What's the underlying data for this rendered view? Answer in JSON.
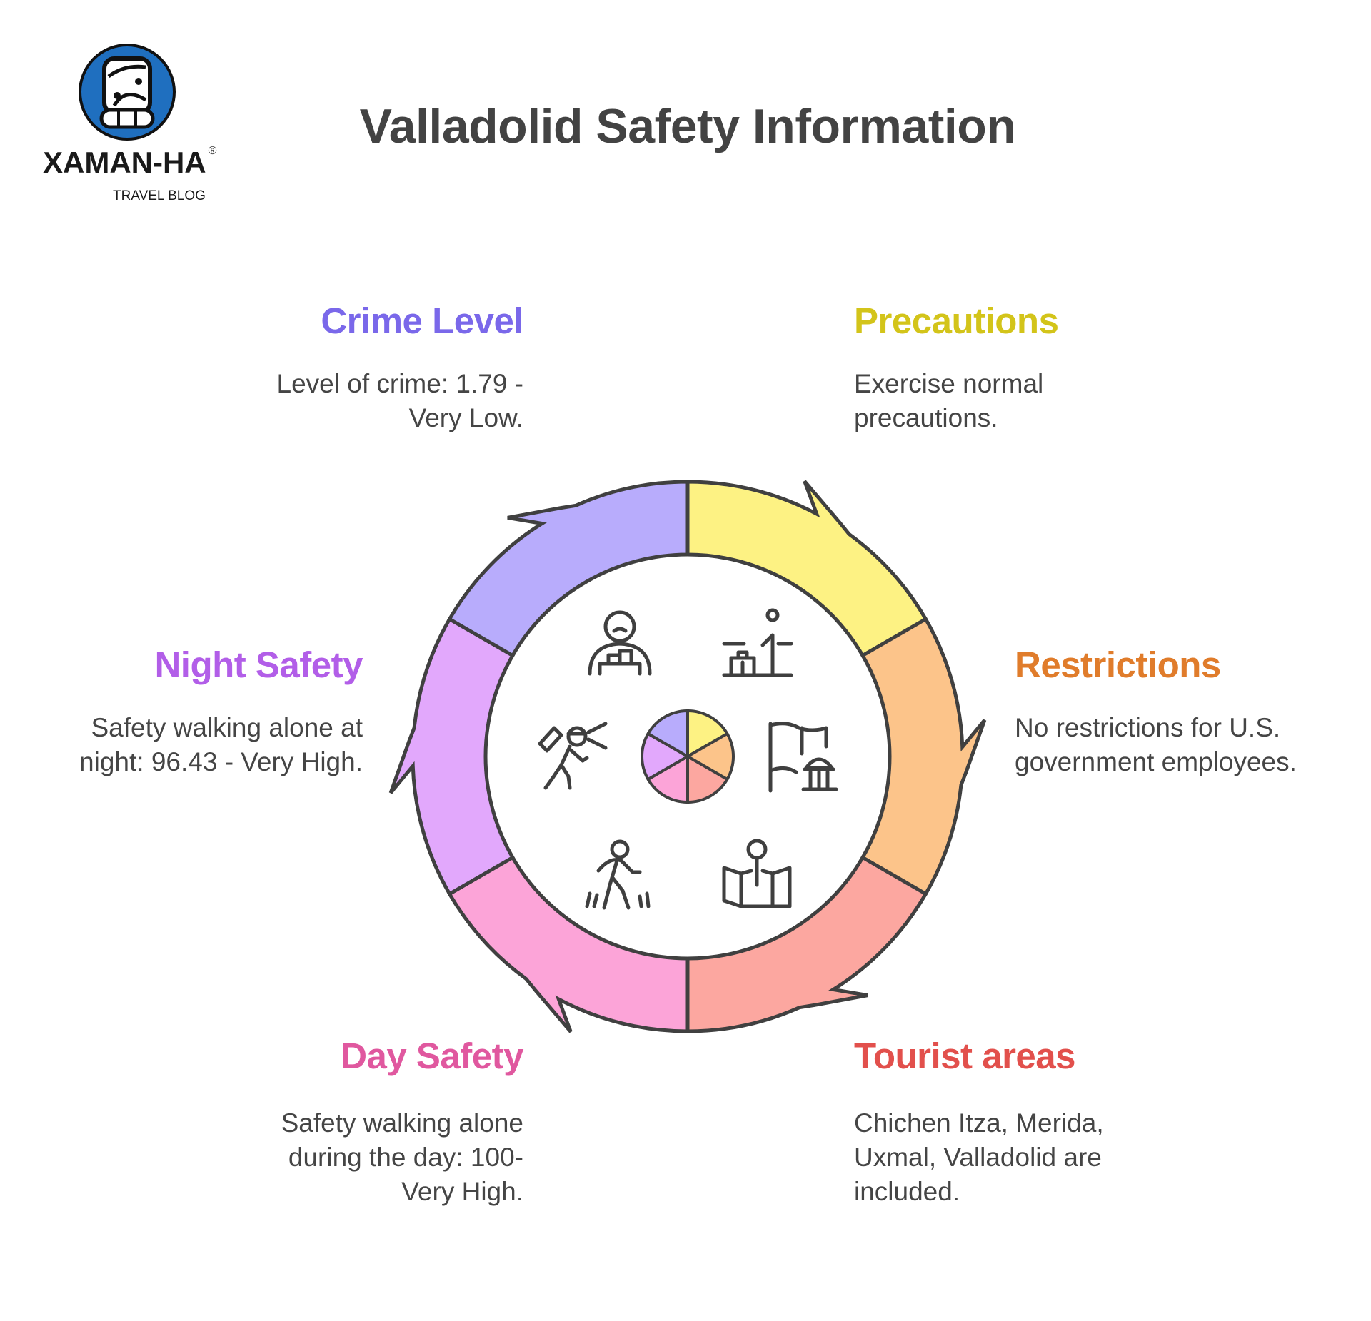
{
  "title": "Valladolid Safety Information",
  "logo": {
    "name": "XAMAN-HA",
    "registered": "®",
    "subtitle": "TRAVEL BLOG",
    "color": "#1f6fbf"
  },
  "segments": [
    {
      "id": "crime",
      "heading": "Crime Level",
      "text": "Level of crime: 1.79 - Very Low.",
      "color": "#b8acfc",
      "heading_color": "#7a68ea",
      "icon": "person-crime-icon"
    },
    {
      "id": "precautions",
      "heading": "Precautions",
      "text": "Exercise normal precautions.",
      "color": "#fdf283",
      "heading_color": "#d3c41a",
      "icon": "precautions-chart-icon"
    },
    {
      "id": "restrictions",
      "heading": "Restrictions",
      "text": "No restrictions for U.S. government employees.",
      "color": "#fcc48a",
      "heading_color": "#e07c2b",
      "icon": "flag-government-icon"
    },
    {
      "id": "tourist",
      "heading": "Tourist areas",
      "text": "Chichen Itza, Merida, Uxmal, Valladolid are included.",
      "color": "#fca7a0",
      "heading_color": "#e2504c",
      "icon": "map-pin-icon"
    },
    {
      "id": "day",
      "heading": "Day Safety",
      "text": "Safety walking alone during the day: 100- Very High.",
      "color": "#fca4d8",
      "heading_color": "#e0589f",
      "icon": "walking-person-icon"
    },
    {
      "id": "night",
      "heading": "Night Safety",
      "text": "Safety walking alone at night: 96.43 - Very High.",
      "color": "#e2a8fc",
      "heading_color": "#b25ee8",
      "icon": "night-walker-headlamp-icon"
    }
  ]
}
